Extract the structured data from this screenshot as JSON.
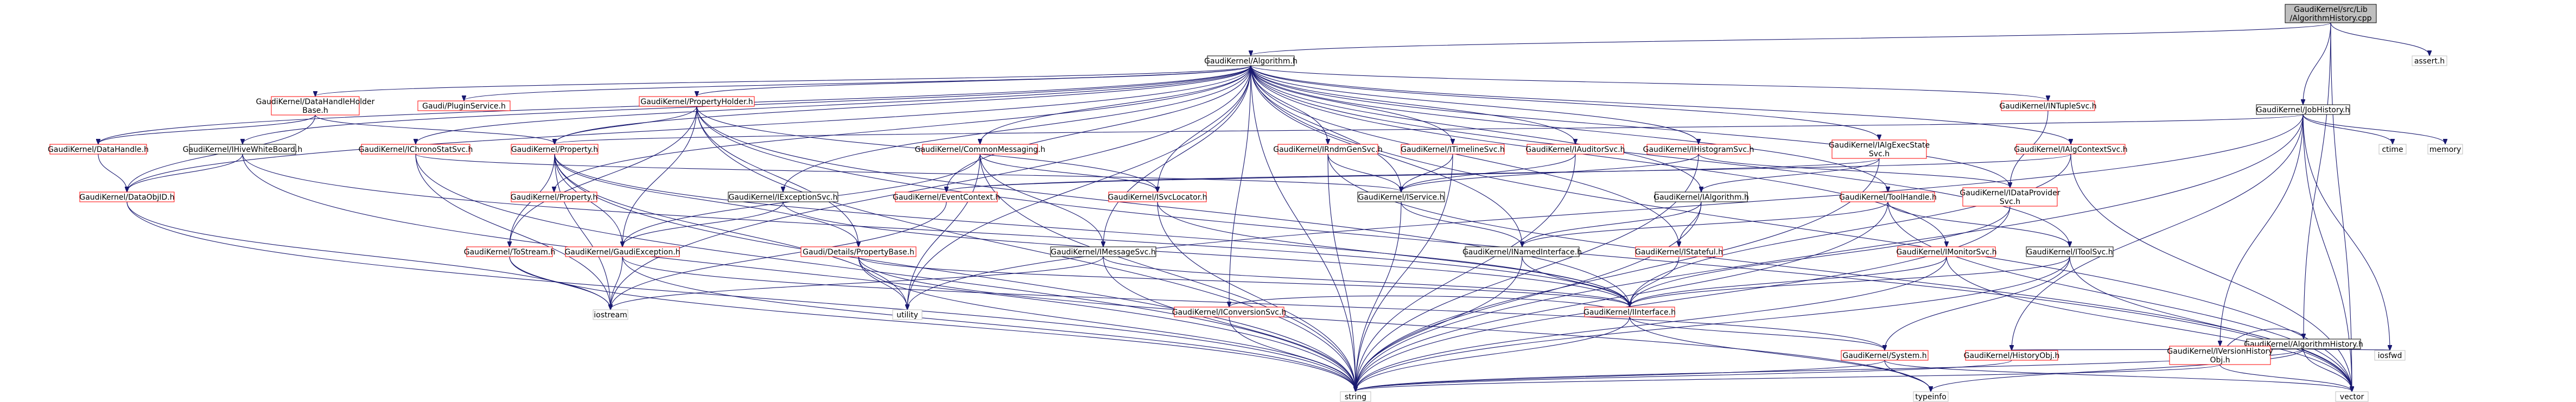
{
  "graph": {
    "colors": {
      "edge": "#191970",
      "node_border_black": "#000000",
      "node_border_red": "#ff0000",
      "node_border_gray": "#bfbfbf",
      "node_fill_root": "#bfbfbf",
      "node_fill": "#ffffff"
    },
    "nodes": [
      {
        "id": "root",
        "lines": [
          "GaudiKernel/src/Lib",
          "/AlgorithmHistory.cpp"
        ],
        "border": "black",
        "root": true
      },
      {
        "id": "algorithm_h",
        "lines": [
          "GaudiKernel/Algorithm.h"
        ],
        "border": "black"
      },
      {
        "id": "assert_h",
        "lines": [
          "assert.h"
        ],
        "border": "gray"
      },
      {
        "id": "jobhistory_h",
        "lines": [
          "GaudiKernel/JobHistory.h"
        ],
        "border": "black"
      },
      {
        "id": "algorithmhistory_h",
        "lines": [
          "GaudiKernel/AlgorithmHistory.h"
        ],
        "border": "black"
      },
      {
        "id": "datahandleholderbase_h",
        "lines": [
          "GaudiKernel/DataHandleHolder",
          "Base.h"
        ],
        "border": "red"
      },
      {
        "id": "ipluginservice",
        "lines": [
          "Gaudi/PluginService.h"
        ],
        "border": "red"
      },
      {
        "id": "propertyholder_h",
        "lines": [
          "GaudiKernel/PropertyHolder.h"
        ],
        "border": "red"
      },
      {
        "id": "intuplesvc_h",
        "lines": [
          "GaudiKernel/INTupleSvc.h"
        ],
        "border": "red"
      },
      {
        "id": "ctime",
        "lines": [
          "ctime"
        ],
        "border": "gray"
      },
      {
        "id": "memory",
        "lines": [
          "memory"
        ],
        "border": "gray"
      },
      {
        "id": "datahandle_h",
        "lines": [
          "GaudiKernel/DataHandle.h"
        ],
        "border": "red"
      },
      {
        "id": "ihivewhiteboard_h",
        "lines": [
          "GaudiKernel/IHiveWhiteBoard.h"
        ],
        "border": "black"
      },
      {
        "id": "ichronostatsvc_h",
        "lines": [
          "GaudiKernel/IChronoStatSvc.h"
        ],
        "border": "red"
      },
      {
        "id": "property_h",
        "lines": [
          "GaudiKernel/Property.h"
        ],
        "border": "red"
      },
      {
        "id": "icommonmessaging_h",
        "lines": [
          "GaudiKernel/CommonMessaging.h"
        ],
        "border": "red"
      },
      {
        "id": "irndmgensvc_h",
        "lines": [
          "GaudiKernel/IRndmGenSvc.h"
        ],
        "border": "red"
      },
      {
        "id": "itimelinesvc_h",
        "lines": [
          "GaudiKernel/ITimelineSvc.h"
        ],
        "border": "red"
      },
      {
        "id": "iauditorsvc_h",
        "lines": [
          "GaudiKernel/IAuditorSvc.h"
        ],
        "border": "red"
      },
      {
        "id": "ihistogramsvc_h",
        "lines": [
          "GaudiKernel/IHistogramSvc.h"
        ],
        "border": "red"
      },
      {
        "id": "ialgexecstatesvc_h",
        "lines": [
          "GaudiKernel/IAlgExecState",
          "Svc.h"
        ],
        "border": "red"
      },
      {
        "id": "ialgcontextsvc_h",
        "lines": [
          "GaudiKernel/IAlgContextSvc.h"
        ],
        "border": "red"
      },
      {
        "id": "dataobjid_h",
        "lines": [
          "GaudiKernel/DataObjID.h"
        ],
        "border": "red"
      },
      {
        "id": "iexceptionsvc_h",
        "lines": [
          "GaudiKernel/IExceptionSvc.h"
        ],
        "border": "black"
      },
      {
        "id": "eventcontext_h",
        "lines": [
          "GaudiKernel/EventContext.h"
        ],
        "border": "red"
      },
      {
        "id": "isvclocator_h",
        "lines": [
          "GaudiKernel/ISvcLocator.h"
        ],
        "border": "red"
      },
      {
        "id": "iservice_h",
        "lines": [
          "GaudiKernel/IService.h"
        ],
        "border": "black"
      },
      {
        "id": "ialgorithm_h",
        "lines": [
          "GaudiKernel/IAlgorithm.h"
        ],
        "border": "black"
      },
      {
        "id": "itoolhandle_h",
        "lines": [
          "GaudiKernel/ToolHandle.h"
        ],
        "border": "red"
      },
      {
        "id": "idataprovidersvc_h",
        "lines": [
          "GaudiKernel/IDataProvider",
          "Svc.h"
        ],
        "border": "red"
      },
      {
        "id": "gaudiproperty_h",
        "lines": [
          "GaudiKernel/Property.h"
        ],
        "border": "red"
      },
      {
        "id": "imessagesvc_h",
        "lines": [
          "GaudiKernel/IMessageSvc.h"
        ],
        "border": "black"
      },
      {
        "id": "inamedinterface_h",
        "lines": [
          "GaudiKernel/INamedInterface.h"
        ],
        "border": "black"
      },
      {
        "id": "istateful_h",
        "lines": [
          "GaudiKernel/IStateful.h"
        ],
        "border": "red"
      },
      {
        "id": "imonitorsvc_h",
        "lines": [
          "GaudiKernel/IMonitorSvc.h"
        ],
        "border": "red"
      },
      {
        "id": "itoolsvc_h",
        "lines": [
          "GaudiKernel/IToolSvc.h"
        ],
        "border": "black"
      },
      {
        "id": "tostream_h",
        "lines": [
          "GaudiKernel/ToStream.h"
        ],
        "border": "red"
      },
      {
        "id": "gaudiexception_h",
        "lines": [
          "GaudiKernel/GaudiException.h"
        ],
        "border": "red"
      },
      {
        "id": "propertybase_h",
        "lines": [
          "Gaudi/Details/PropertyBase.h"
        ],
        "border": "red"
      },
      {
        "id": "iconversionsvc_h",
        "lines": [
          "GaudiKernel/IConversionSvc.h"
        ],
        "border": "red"
      },
      {
        "id": "iinterface_h",
        "lines": [
          "GaudiKernel/IInterface.h"
        ],
        "border": "red"
      },
      {
        "id": "iostream",
        "lines": [
          "iostream"
        ],
        "border": "gray"
      },
      {
        "id": "utility",
        "lines": [
          "utility"
        ],
        "border": "gray"
      },
      {
        "id": "system_h",
        "lines": [
          "GaudiKernel/System.h"
        ],
        "border": "red"
      },
      {
        "id": "historyobj_h",
        "lines": [
          "GaudiKernel/HistoryObj.h"
        ],
        "border": "red"
      },
      {
        "id": "iversionhistory_h",
        "lines": [
          "GaudiKernel/IVersionHistory",
          "Obj.h"
        ],
        "border": "red"
      },
      {
        "id": "iosfwd",
        "lines": [
          "iosfwd"
        ],
        "border": "gray"
      },
      {
        "id": "string",
        "lines": [
          "string"
        ],
        "border": "gray"
      },
      {
        "id": "typeinfo",
        "lines": [
          "typeinfo"
        ],
        "border": "gray"
      },
      {
        "id": "vector",
        "lines": [
          "vector"
        ],
        "border": "gray"
      }
    ]
  }
}
